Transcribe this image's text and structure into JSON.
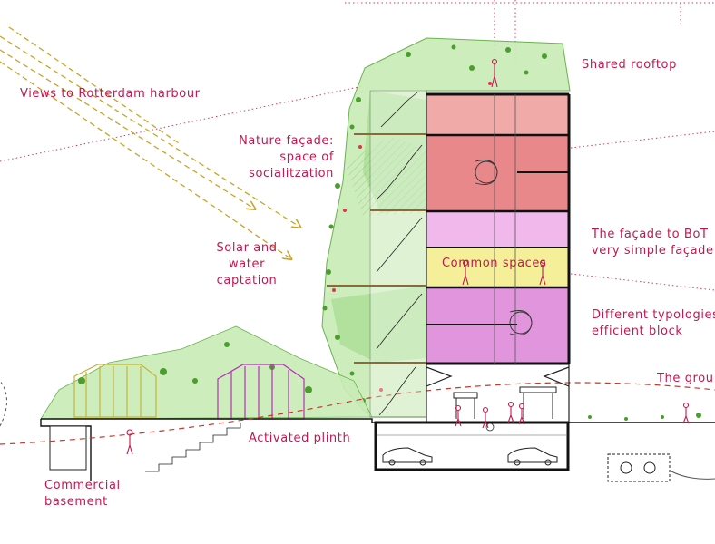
{
  "labels": {
    "views": "Views to Rotterdam harbour",
    "shared_rooftop": "Shared rooftop",
    "nature_facade": [
      "Nature façade:",
      "space of",
      "socialitzation"
    ],
    "bot_facade": [
      "The façade to BoT",
      "very simple façade"
    ],
    "solar": [
      "Solar and",
      "water",
      "captation"
    ],
    "common_spaces": "Common spaces",
    "typologies": [
      "Different typologies",
      "efficient block"
    ],
    "ground": "The grou",
    "plinth": "Activated plinth",
    "commercial": [
      "Commercial",
      "basement"
    ]
  },
  "colors": {
    "label": "#c3174f",
    "block_top": "#f0aaa8",
    "block_red": "#e8888a",
    "block_pink_light": "#f1b8ec",
    "common_yellow": "#f6ef9a",
    "block_magenta": "#e095dc",
    "vegetation": "#6cc24a",
    "vegetation_light": "#c9ecb6",
    "sun_rays": "#c9a526",
    "guide_dots": "#d93a6a",
    "ground_line": "#c0392b"
  },
  "icons": [
    "sun-ray-arrow-icon",
    "person-figure-icon",
    "car-icon",
    "tree-icon",
    "spiral-stair-icon"
  ]
}
